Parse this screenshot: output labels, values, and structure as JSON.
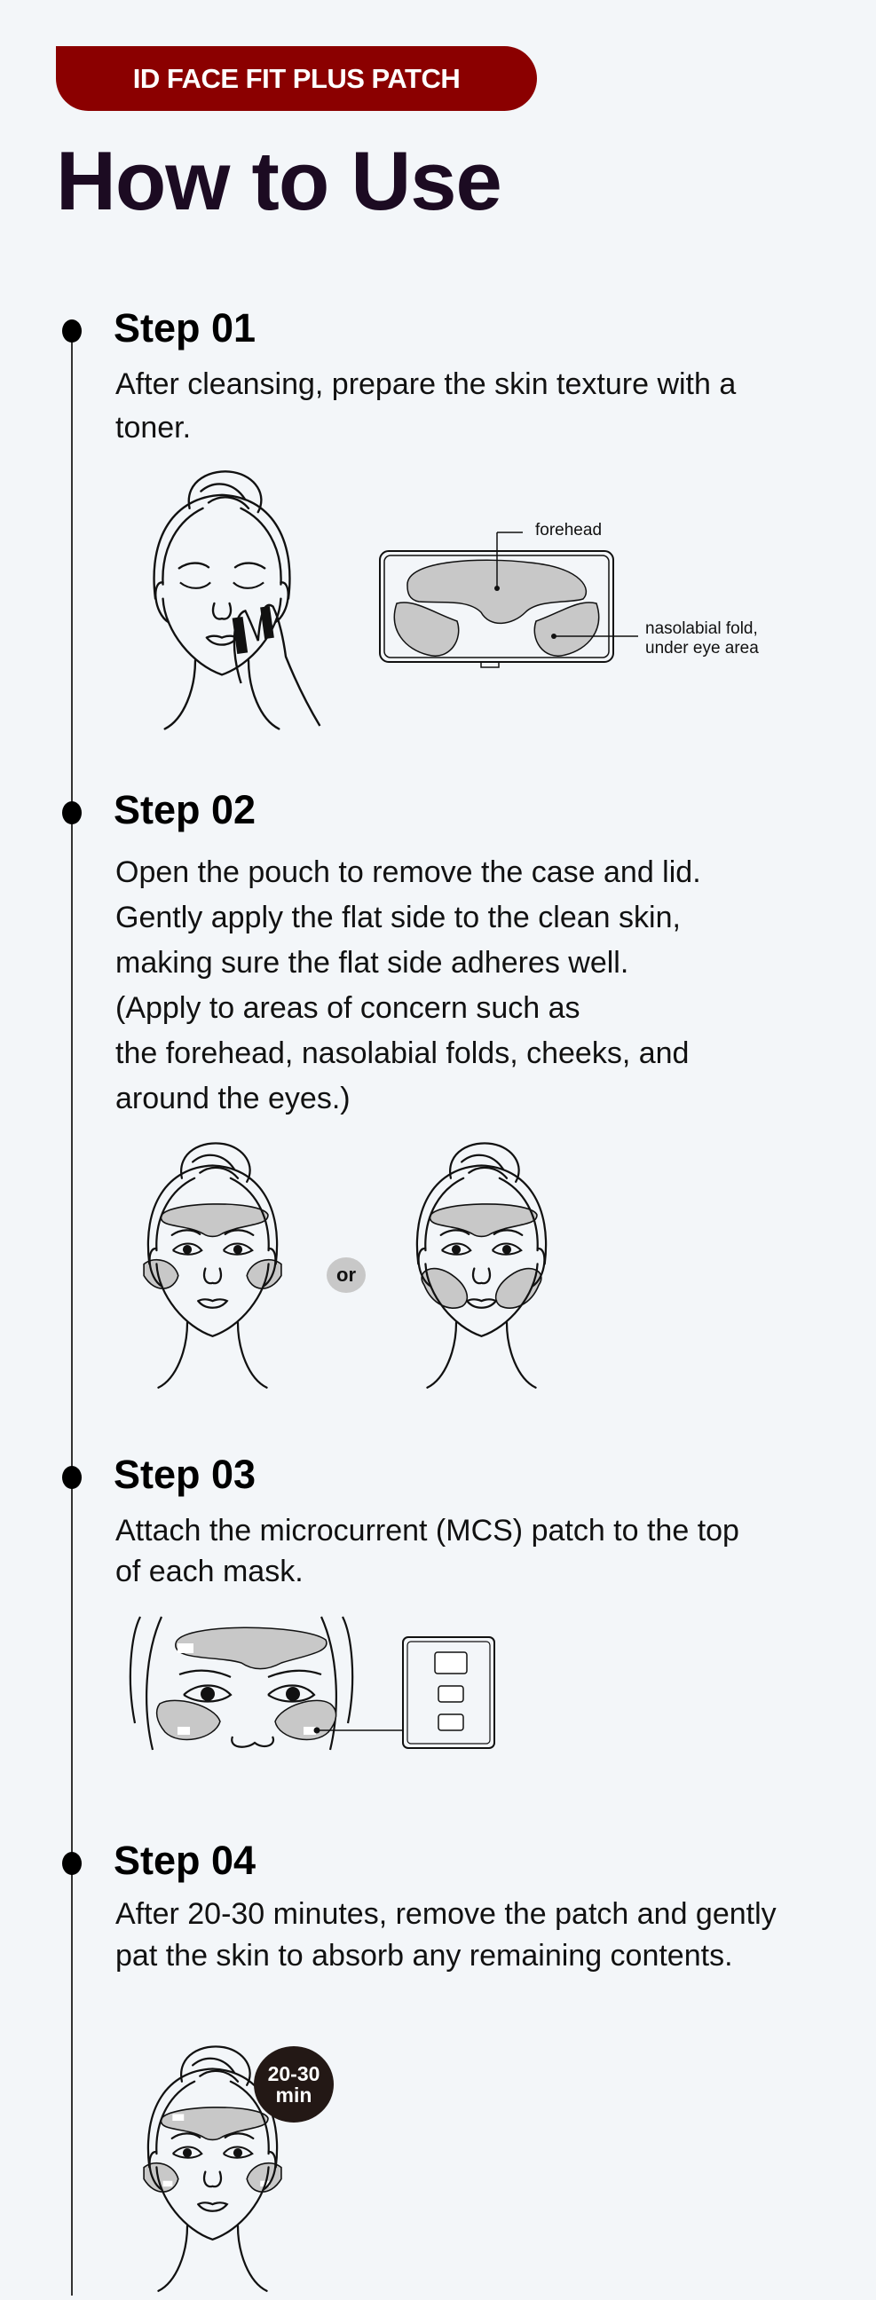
{
  "header": {
    "badge": "ID FACE FIT PLUS PATCH",
    "title": "How to Use"
  },
  "colors": {
    "accent": "#8b0000",
    "title": "#1c0b22",
    "background": "#f3f6f9",
    "patch": "#c8c8c8"
  },
  "steps": [
    {
      "heading": "Step 01",
      "text": "After cleansing, prepare the skin texture with a toner.",
      "labels": {
        "forehead": "forehead",
        "nasolabial_1": "nasolabial fold,",
        "nasolabial_2": "under eye area"
      }
    },
    {
      "heading": "Step 02",
      "lines": [
        "Open the pouch to remove the case and lid.",
        "Gently apply the flat side to the clean skin,",
        "making sure the flat side adheres well.",
        "(Apply to areas of concern such as",
        "the forehead, nasolabial folds, cheeks, and",
        "around the eyes.)"
      ],
      "or_label": "or"
    },
    {
      "heading": "Step 03",
      "text": "Attach the microcurrent (MCS) patch to the top of each mask."
    },
    {
      "heading": "Step 04",
      "text": "After 20-30 minutes, remove the patch and gently pat the skin to absorb any remaining contents.",
      "timer_1": "20-30",
      "timer_2": "min"
    }
  ]
}
